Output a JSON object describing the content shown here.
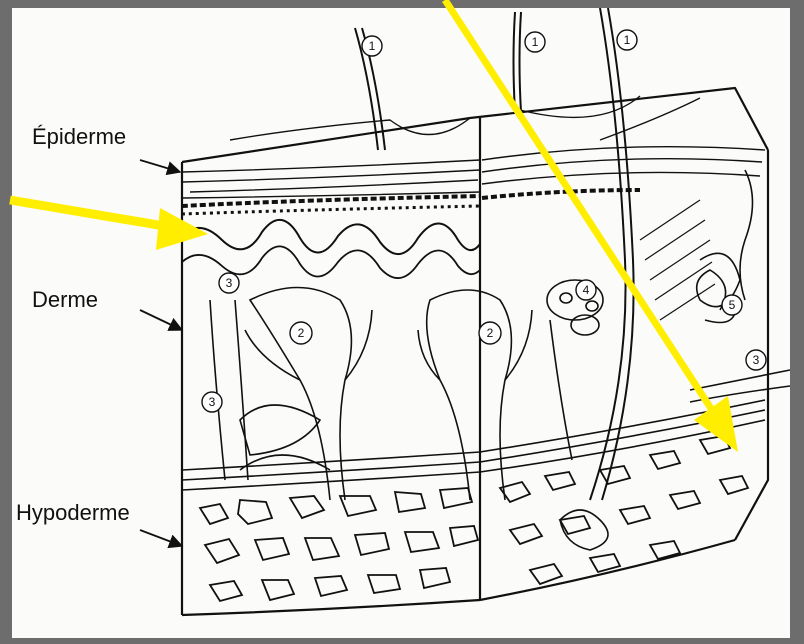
{
  "labels": {
    "epiderme": "Épiderme",
    "derme": "Derme",
    "hypoderme": "Hypoderme"
  },
  "callouts": [
    "1",
    "1",
    "1",
    "2",
    "2",
    "3",
    "3",
    "3",
    "4",
    "5"
  ],
  "colors": {
    "frame": "#6d6d6d",
    "paper": "#fbfbf9",
    "ink": "#111111",
    "arrow_highlight": "#ffee00"
  }
}
